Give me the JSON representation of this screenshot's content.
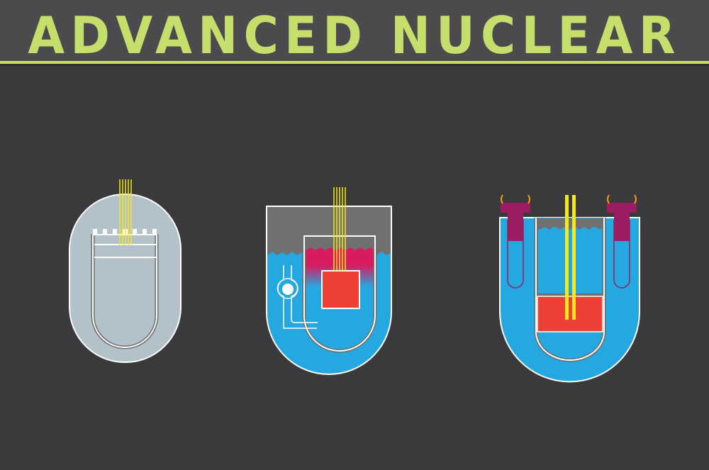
{
  "header": {
    "title": "ADVANCED NUCLEAR"
  },
  "colors": {
    "header_bg": "#4b4b4d",
    "page_bg": "#3a3a3c",
    "title_accent": "#c6de6c",
    "containment_gray": "#b3c1ca",
    "coolant_blue": "#25a8df",
    "fuel_red": "#ee4035",
    "hot_magenta": "#d81b5e",
    "gas_gray": "#717071",
    "control_rod_yellow": "#f4e91c",
    "heat_exchanger_purple": "#9b1c61",
    "connector_orange": "#f7941d",
    "outline_white": "#ffffff"
  },
  "diagrams": [
    {
      "name": "reactor-1",
      "elements": [
        "containment-capsule",
        "reactor-vessel",
        "control-rods"
      ]
    },
    {
      "name": "reactor-2",
      "elements": [
        "pool-tank",
        "gas-plenum",
        "reactor-vessel",
        "hot-zone",
        "fuel-core",
        "control-rods",
        "pump-loop"
      ]
    },
    {
      "name": "reactor-3",
      "elements": [
        "pool-tank",
        "reactor-vessel",
        "fuel-core",
        "control-rods",
        "heat-exchanger-left",
        "heat-exchanger-right"
      ]
    }
  ]
}
